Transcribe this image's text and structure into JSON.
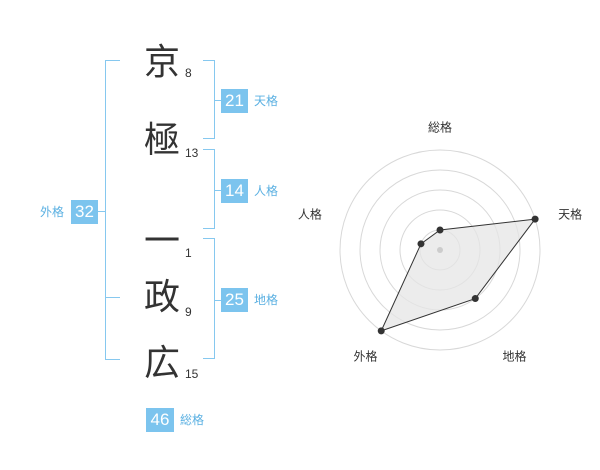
{
  "name": {
    "chars": [
      {
        "char": "京",
        "strokes": "8"
      },
      {
        "char": "極",
        "strokes": "13"
      },
      {
        "char": "一",
        "strokes": "1"
      },
      {
        "char": "政",
        "strokes": "9"
      },
      {
        "char": "広",
        "strokes": "15"
      }
    ]
  },
  "kakusu": {
    "tenkaku": {
      "value": "21",
      "label": "天格"
    },
    "jinkaku": {
      "value": "14",
      "label": "人格"
    },
    "chikaku": {
      "value": "25",
      "label": "地格"
    },
    "gaikaku": {
      "value": "32",
      "label": "外格"
    },
    "soukaku": {
      "value": "46",
      "label": "総格"
    }
  },
  "chart_data": {
    "type": "radar",
    "axes": [
      "総格",
      "天格",
      "地格",
      "外格",
      "人格"
    ],
    "range": [
      0,
      5
    ],
    "rings": 5,
    "values": [
      1,
      5,
      3,
      5,
      1
    ]
  },
  "colors": {
    "accent": "#7cc4ee",
    "accent_text": "#5ab0e2",
    "radar_fill": "#e6e6e6",
    "radar_line": "#333333"
  }
}
